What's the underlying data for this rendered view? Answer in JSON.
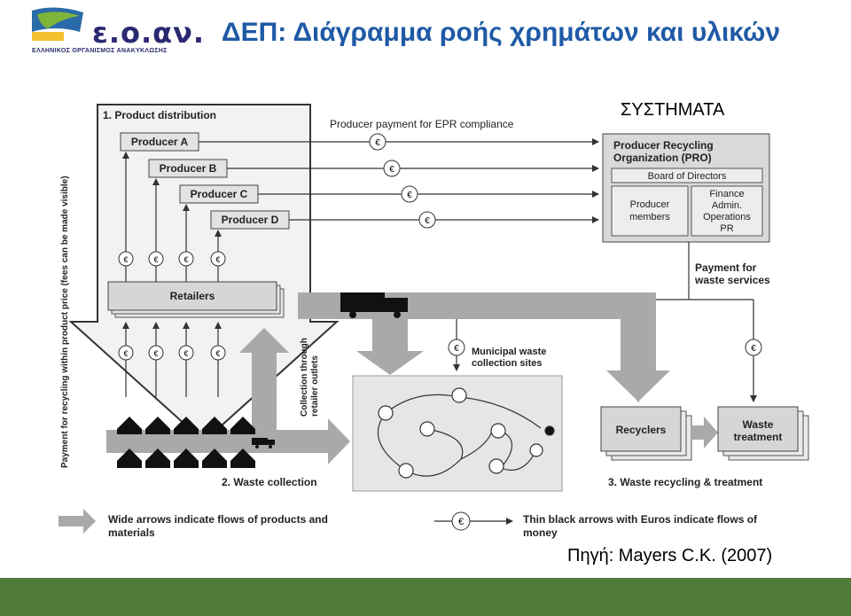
{
  "header": {
    "logo_text": "ε.ο.αν.",
    "logo_subtitle": "ΕΛΛΗΝΙΚΟΣ ΟΡΓΑΝΙΣΜΟΣ ΑΝΑΚΥΚΛΩΣΗΣ",
    "title": "ΔΕΠ: Διάγραμμα ροής χρημάτων και υλικών"
  },
  "systems_label": "ΣΥΣΤΗΜΑΤΑ",
  "source": "Πηγή: Mayers C.K. (2007)",
  "diagram": {
    "section1": "1. Product distribution",
    "producers": [
      "Producer A",
      "Producer B",
      "Producer C",
      "Producer D"
    ],
    "producer_payment": "Producer payment for EPR compliance",
    "pro_title_1": "Producer Recycling",
    "pro_title_2": "Organization (PRO)",
    "board": "Board of Directors",
    "members_1": "Producer",
    "members_2": "members",
    "finance_1": "Finance",
    "finance_2": "Admin.",
    "finance_3": "Operations",
    "finance_4": "PR",
    "payment_services_1": "Payment for",
    "payment_services_2": "waste services",
    "retailers": "Retailers",
    "vertical_label": "Payment for recycling within product price (fees can be made visible)",
    "collection_1": "Collection through",
    "collection_2": "retailer outlets",
    "municipal_1": "Municipal waste",
    "municipal_2": "collection sites",
    "recyclers": "Recyclers",
    "waste_treatment_1": "Waste",
    "waste_treatment_2": "treatment",
    "section2": "2. Waste collection",
    "section3": "3. Waste recycling & treatment",
    "euro": "€",
    "legend_wide_1": "Wide arrows indicate flows of products and",
    "legend_wide_2": "materials",
    "legend_thin_1": "Thin black arrows with Euros indicate flows of",
    "legend_thin_2": "money"
  },
  "colors": {
    "title": "#1f5aa6",
    "footer": "#4f7a3a",
    "wide_arrow": "#a9a9a9",
    "box_fill": "#d9d9d9"
  }
}
